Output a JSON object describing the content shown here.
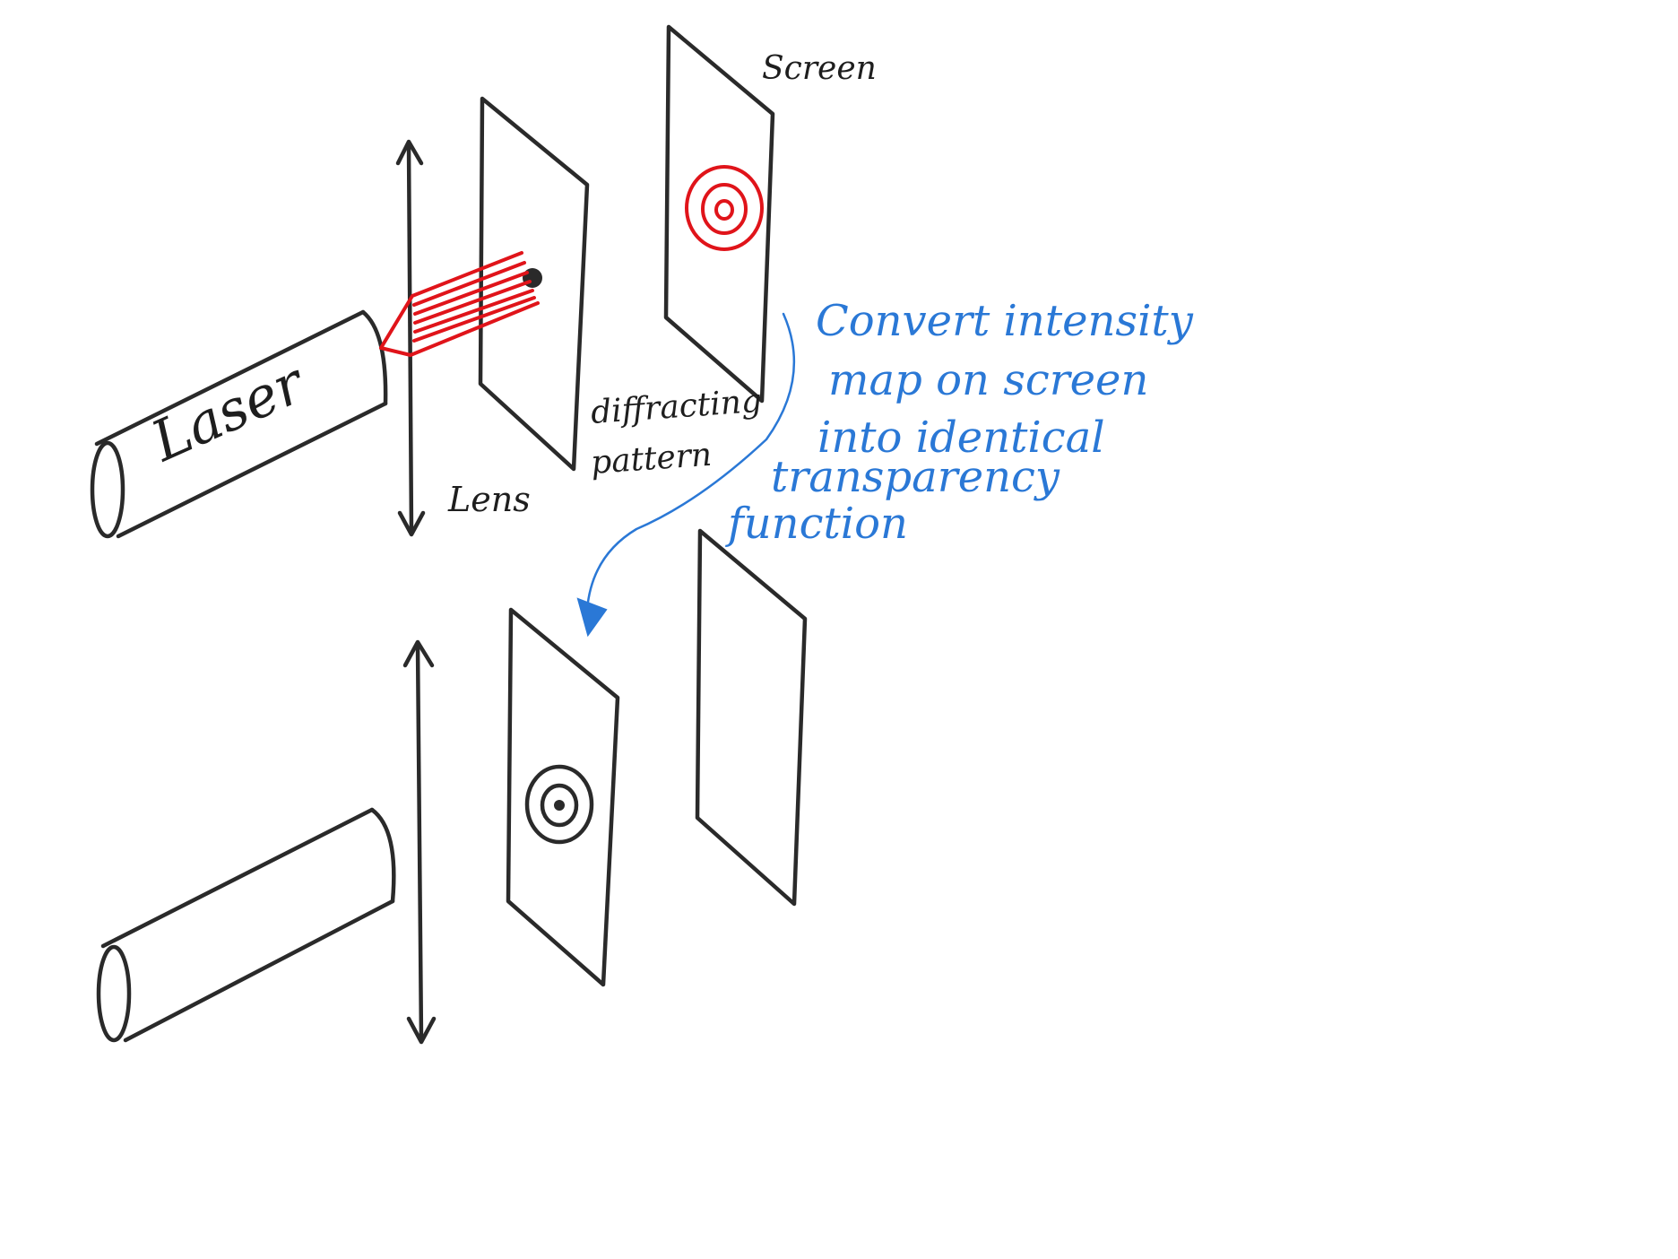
{
  "labels": {
    "screen": "Screen",
    "laser": "Laser",
    "lens": "Lens",
    "diffracting_line1": "diffracting",
    "diffracting_line2": "pattern"
  },
  "note": {
    "line1": "Convert intensity",
    "line2": "map on screen",
    "line3": "into identical",
    "line4": "transparency",
    "line5": "function"
  },
  "colors": {
    "ink": "#2a2a2a",
    "beam": "#e0141a",
    "annotation": "#2a78d6"
  }
}
